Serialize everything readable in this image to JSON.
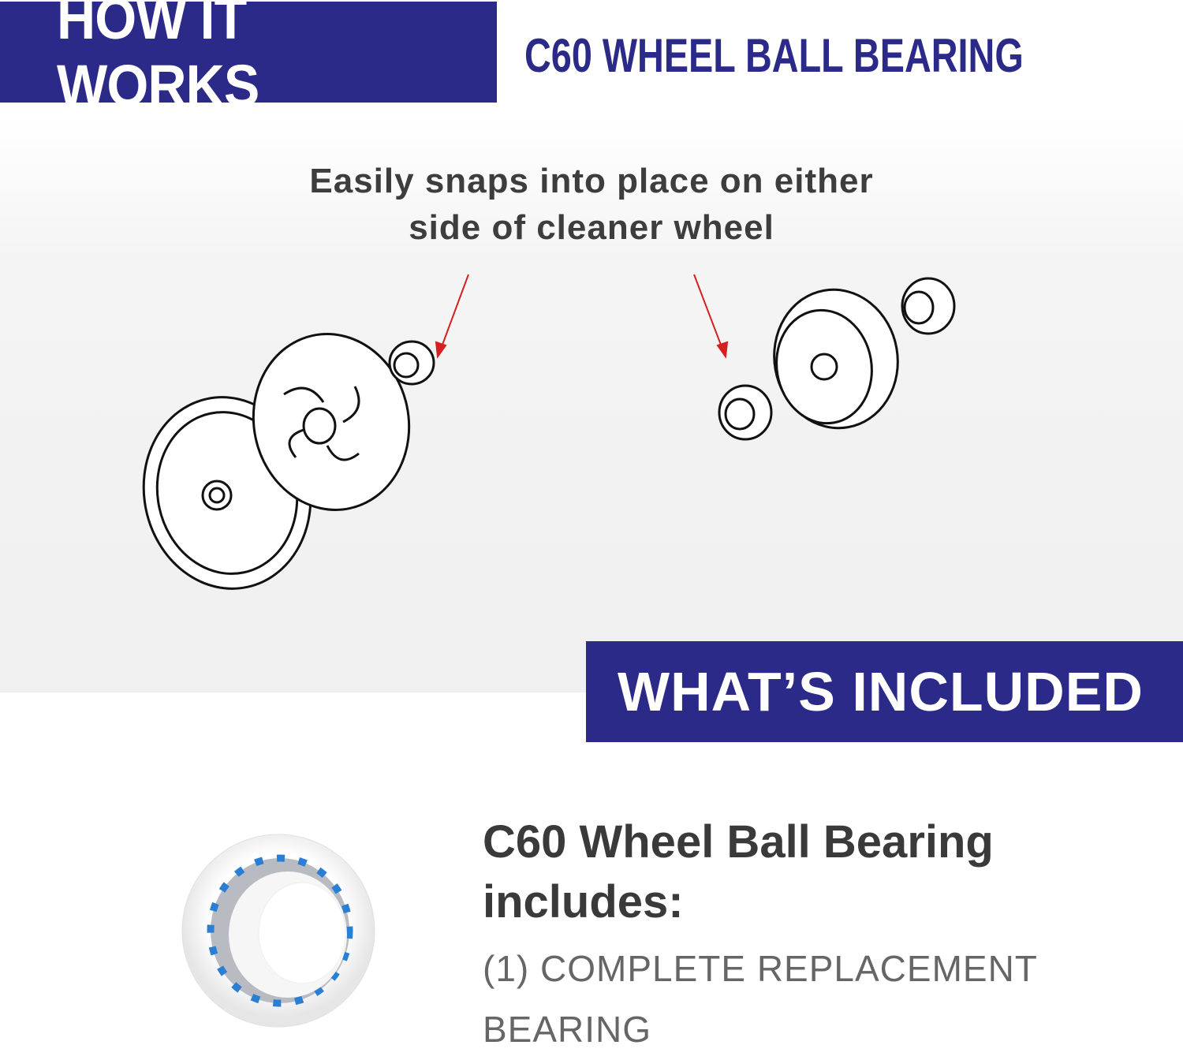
{
  "header": {
    "title": "HOW IT WORKS",
    "product": "C60 WHEEL BALL BEARING"
  },
  "how_it_works": {
    "caption_line1": "Easily snaps into place on either",
    "caption_line2": "side of cleaner wheel"
  },
  "included": {
    "title": "WHAT’S INCLUDED",
    "heading_line1": "C60 Wheel Ball Bearing",
    "heading_line2": "includes:",
    "desc_line1": "(1) COMPLETE REPLACEMENT",
    "desc_line2": "BEARING"
  },
  "colors": {
    "brand": "#2b2a88",
    "arrow": "#d42020",
    "bearing_accent": "#2a7fd4"
  }
}
